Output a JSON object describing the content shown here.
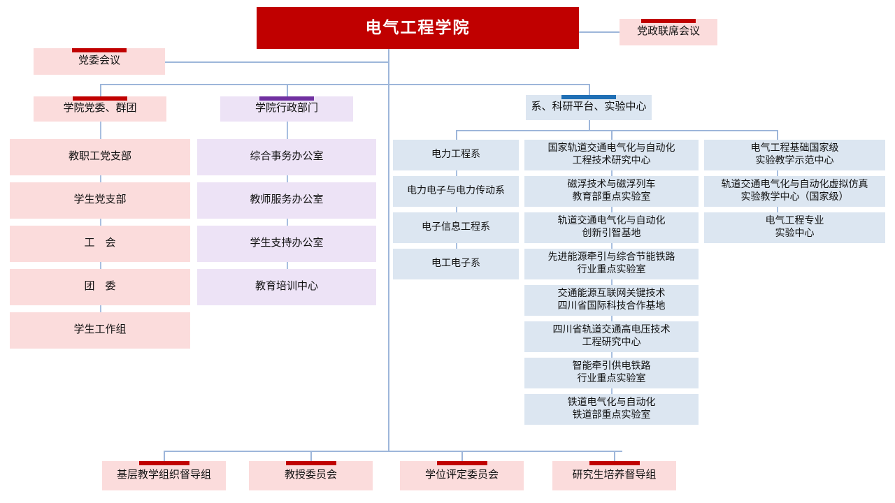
{
  "chart": {
    "title": "电气工程学院",
    "type": "org-chart",
    "colors": {
      "root_fill": "#C00000",
      "party_fill": "#FBDCDC",
      "party_bar": "#C00000",
      "admin_fill": "#EDE3F6",
      "admin_bar": "#7030A0",
      "academic_fill": "#DCE6F1",
      "academic_bar": "#1F6FB5",
      "connector": "#9DB6DA"
    }
  },
  "root": {
    "label": "电气工程学院"
  },
  "joint_meeting": {
    "label": "党政联席会议"
  },
  "party_committee_meeting": {
    "label": "党委会议"
  },
  "branches": {
    "party": {
      "header": "学院党委、群团",
      "items": [
        "教职工党支部",
        "学生党支部",
        "工　会",
        "团　委",
        "学生工作组"
      ]
    },
    "admin": {
      "header": "学院行政部门",
      "items": [
        "综合事务办公室",
        "教师服务办公室",
        "学生支持办公室",
        "教育培训中心"
      ]
    },
    "academic": {
      "header": "系、科研平台、实验中心",
      "columns": [
        {
          "name": "departments",
          "items": [
            "电力工程系",
            "电力电子与电力传动系",
            "电子信息工程系",
            "电工电子系"
          ]
        },
        {
          "name": "research-platforms",
          "items": [
            "国家轨道交通电气化与自动化\n工程技术研究中心",
            "磁浮技术与磁浮列车\n教育部重点实验室",
            "轨道交通电气化与自动化\n创新引智基地",
            "先进能源牵引与综合节能铁路\n行业重点实验室",
            "交通能源互联网关键技术\n四川省国际科技合作基地",
            "四川省轨道交通高电压技术\n工程研究中心",
            "智能牵引供电铁路\n行业重点实验室",
            "铁道电气化与自动化\n铁道部重点实验室"
          ]
        },
        {
          "name": "experiment-centers",
          "items": [
            "电气工程基础国家级\n实验教学示范中心",
            "轨道交通电气化与自动化虚拟仿真\n实验教学中心（国家级）",
            "电气工程专业\n实验中心"
          ]
        }
      ]
    }
  },
  "committees": [
    "基层教学组织督导组",
    "教授委员会",
    "学位评定委员会",
    "研究生培养督导组"
  ]
}
